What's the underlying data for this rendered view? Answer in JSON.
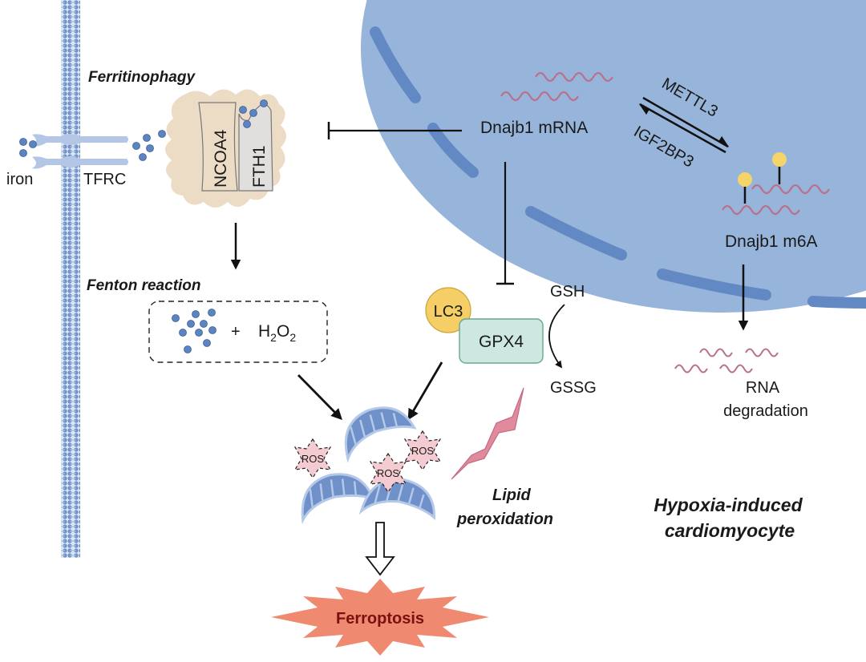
{
  "title": "Dnajb1 m6A regulation of ferroptosis in hypoxia-induced cardiomyocytes",
  "colors": {
    "nucleus": "#97b4da",
    "nuclear_pore": "#6389c4",
    "membrane": "#6f90c8",
    "iron": "#5b84c0",
    "mrna": "#b9728c",
    "m6a_mark": "#f5d46a",
    "autophagosome": "#ecdcc6",
    "lc3": "#f5cf66",
    "gpx4": "#cde8e0",
    "ros": "#f5cbd2",
    "lipid_bolt": "#e08a9d",
    "ferroptosis_burst": "#ef8a70",
    "ferroptosis_text": "#7a1010"
  },
  "labels": {
    "iron": "iron",
    "tfrc": "TFRC",
    "ferritinophagy": "Ferritinophagy",
    "ncoa4": "NCOA4",
    "fth1": "FTH1",
    "fenton_reaction": "Fenton reaction",
    "plus": "+",
    "h2o2_h": "H",
    "h2o2_sub1": "2",
    "h2o2_o": "O",
    "h2o2_sub2": "2",
    "dnajb1_mrna": "Dnajb1 mRNA",
    "mettl3": "METTL3",
    "igf2bp3": "IGF2BP3",
    "dnajb1_m6a": "Dnajb1 m6A",
    "rna_degradation_line1": "RNA",
    "rna_degradation_line2": "degradation",
    "lc3": "LC3",
    "gpx4": "GPX4",
    "gsh": "GSH",
    "gssg": "GSSG",
    "ros": "ROS",
    "lipid_peroxidation_line1": "Lipid",
    "lipid_peroxidation_line2": "peroxidation",
    "ferroptosis": "Ferroptosis",
    "cell_type_line1": "Hypoxia-induced",
    "cell_type_line2": "cardiomyocyte"
  }
}
